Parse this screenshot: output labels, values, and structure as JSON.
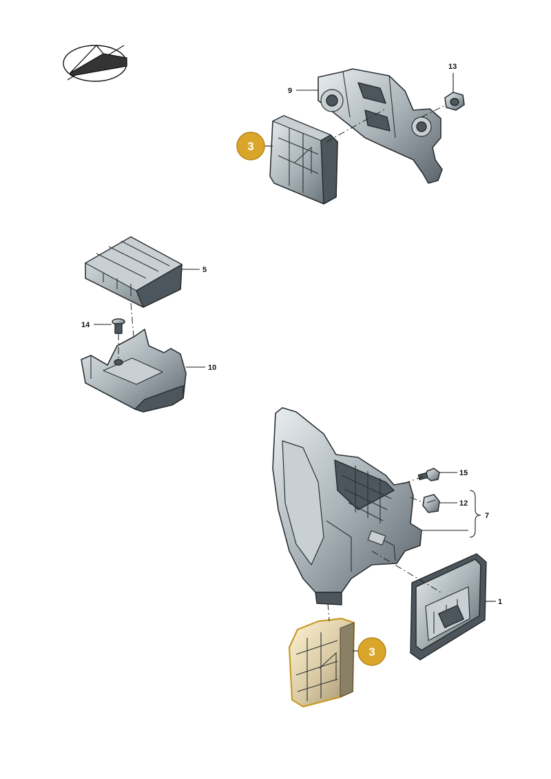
{
  "callouts": {
    "c1": "1",
    "c3a": "3",
    "c3b": "3",
    "c5": "5",
    "c7": "7",
    "c9": "9",
    "c10": "10",
    "c12": "12",
    "c13": "13",
    "c14": "14",
    "c15": "15"
  },
  "colors": {
    "highlight": "#d9a52a",
    "part": "#8e999f",
    "outline": "#2b2f33"
  },
  "icons": {
    "orientation": "orientation-arrow-icon"
  }
}
